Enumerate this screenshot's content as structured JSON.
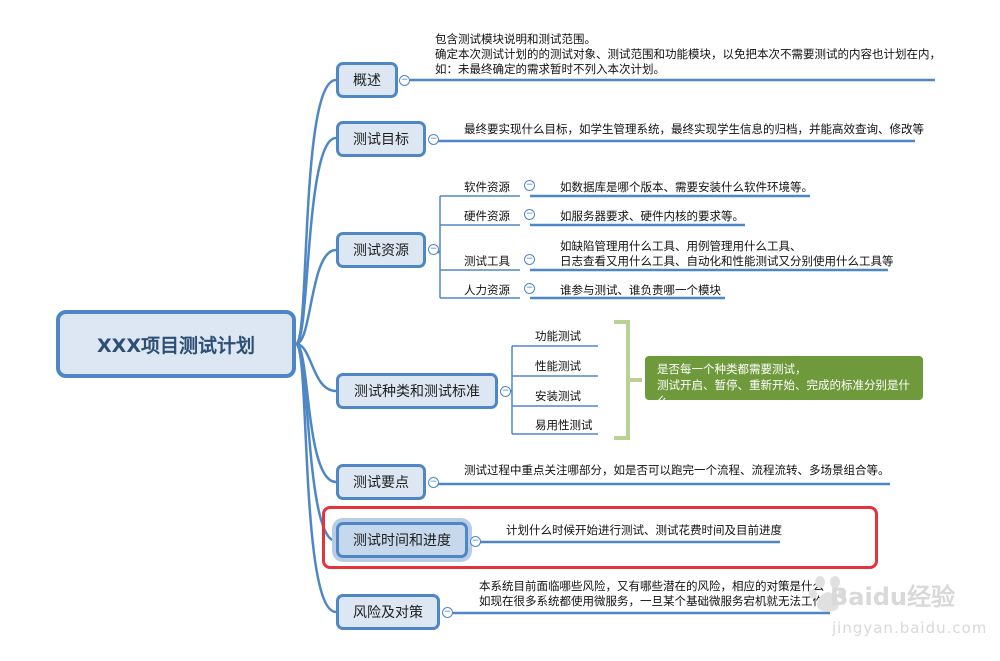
{
  "root": {
    "title": "XXX项目测试计划"
  },
  "branches": [
    {
      "label": "概述",
      "details": [
        "包含测试模块说明和测试范围。",
        "确定本次测试计划的的测试对象、测试范围和功能模块，以免把本次不需要测试的内容也计划在内，",
        "如：未最终确定的需求暂时不列入本次计划。"
      ]
    },
    {
      "label": "测试目标",
      "details": [
        "最终要实现什么目标，如学生管理系统，最终实现学生信息的归档，并能高效查询、修改等"
      ]
    },
    {
      "label": "测试资源",
      "children": [
        {
          "label": "软件资源",
          "details": [
            "如数据库是哪个版本、需要安装什么软件环境等。"
          ]
        },
        {
          "label": "硬件资源",
          "details": [
            "如服务器要求、硬件内核的要求等。"
          ]
        },
        {
          "label": "测试工具",
          "details": [
            "如缺陷管理用什么工具、用例管理用什么工具、",
            "日志查看又用什么工具、自动化和性能测试又分别使用什么工具等"
          ]
        },
        {
          "label": "人力资源",
          "details": [
            "谁参与测试、谁负责哪一个模块"
          ]
        }
      ]
    },
    {
      "label": "测试种类和测试标准",
      "children": [
        {
          "label": "功能测试"
        },
        {
          "label": "性能测试"
        },
        {
          "label": "安装测试"
        },
        {
          "label": "易用性测试"
        }
      ],
      "summary": [
        "是否每一个种类都需要测试，",
        "测试开启、暂停、重新开始、完成的标准分别是什么"
      ]
    },
    {
      "label": "测试要点",
      "details": [
        "测试过程中重点关注哪部分，如是否可以跑完一个流程、流程流转、多场景组合等。"
      ]
    },
    {
      "label": "测试时间和进度",
      "details": [
        "计划什么时候开始进行测试、测试花费时间及目前进度"
      ]
    },
    {
      "label": "风险及对策",
      "details": [
        "本系统目前面临哪些风险，又有哪些潜在的风险，相应的对策是什么",
        "如现在很多系统都使用微服务，一旦某个基础微服务宕机就无法工作"
      ]
    }
  ],
  "watermark": {
    "logo": "Baidu经验",
    "url": "jingyan.baidu.com"
  },
  "colors": {
    "branch_border": "#4f87c6",
    "branch_fill": "#dce7f3",
    "summary_fill": "#6f9a3b",
    "highlight": "#e5333d",
    "bracket": "#b8d293"
  }
}
